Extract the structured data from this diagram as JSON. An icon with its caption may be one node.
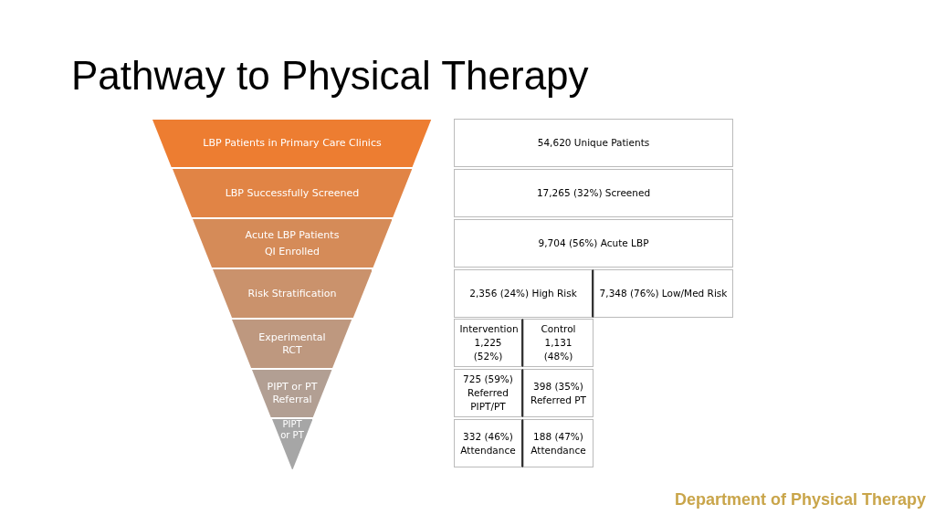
{
  "diagram": {
    "title": "Pathway to Physical Therapy",
    "nodes": [
      {
        "text": [
          "LBP Patients in Primary Care Clinics"
        ]
      },
      {
        "text": [
          "LBP Successfully Screened"
        ]
      },
      {
        "text": [
          "Acute LBP Patients",
          "QI Enrolled"
        ]
      },
      {
        "text": [
          "Risk Stratification"
        ]
      },
      {
        "text": [
          "Experimental RCT"
        ]
      },
      {
        "text": [
          "PIPT or PT Referral"
        ]
      },
      {
        "text": [
          "PIPT or PT"
        ]
      },
      {
        "text": [
          "54,620 Unique Patients"
        ]
      },
      {
        "text": [
          "17,265 (32%) Screened"
        ]
      },
      {
        "text": [
          "9,704 (56%) Acute LBP"
        ]
      },
      {
        "text": [
          "2,356 (24%) High Risk"
        ]
      },
      {
        "text": [
          "7,348 (76%) Low/Med Risk"
        ]
      },
      {
        "text": [
          "Intervention 1,225 (52%)"
        ]
      },
      {
        "text": [
          "Control 1,131 (48%)"
        ]
      },
      {
        "text": [
          "725 (59%) Referred PIPT/PT"
        ]
      },
      {
        "text": [
          "398 (35%) Referred PT"
        ]
      },
      {
        "text": [
          "332 (46%) Attendance"
        ]
      },
      {
        "text": [
          "188 (47%) Attendance"
        ]
      }
    ],
    "labels": [
      "Department of Physical Therapy"
    ]
  }
}
